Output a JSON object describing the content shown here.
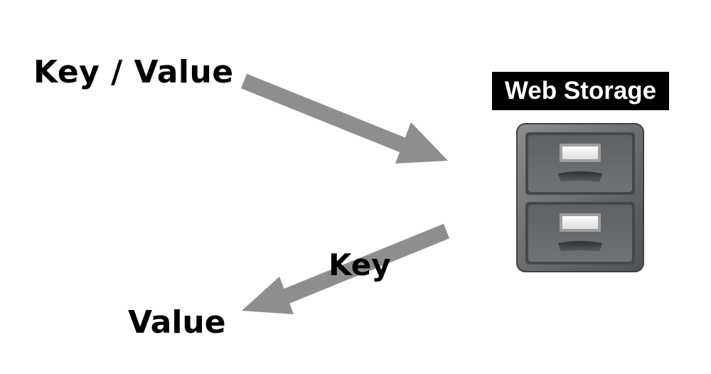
{
  "labels": {
    "key_value": "Key / Value",
    "key": "Key",
    "value": "Value"
  },
  "storage": {
    "title": "Web Storage",
    "icon": "file-cabinet-icon"
  },
  "colors": {
    "arrow": "#8e8e8e",
    "cabinet_body": "#6b6e71",
    "title_background": "#000000",
    "title_text": "#ffffff"
  }
}
